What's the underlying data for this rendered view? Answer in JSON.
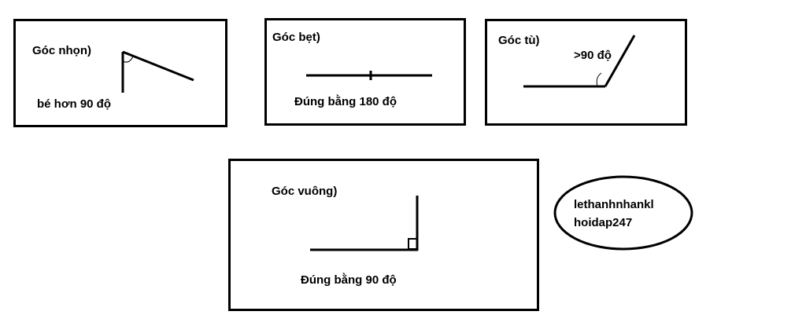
{
  "panels": {
    "acute": {
      "title": "Góc nhọn)",
      "caption": "bé hơn 90 độ"
    },
    "straight": {
      "title": "Góc bẹt)",
      "caption": "Đúng bằng 180 độ"
    },
    "obtuse": {
      "title": "Góc tù)",
      "caption": ">90 độ"
    },
    "right": {
      "title": "Góc vuông)",
      "caption": "Đúng bằng 90 độ"
    }
  },
  "badge": {
    "line1": "lethanhnhankl",
    "line2": "hoidap247"
  },
  "colors": {
    "stroke": "#000000",
    "background": "#ffffff"
  }
}
